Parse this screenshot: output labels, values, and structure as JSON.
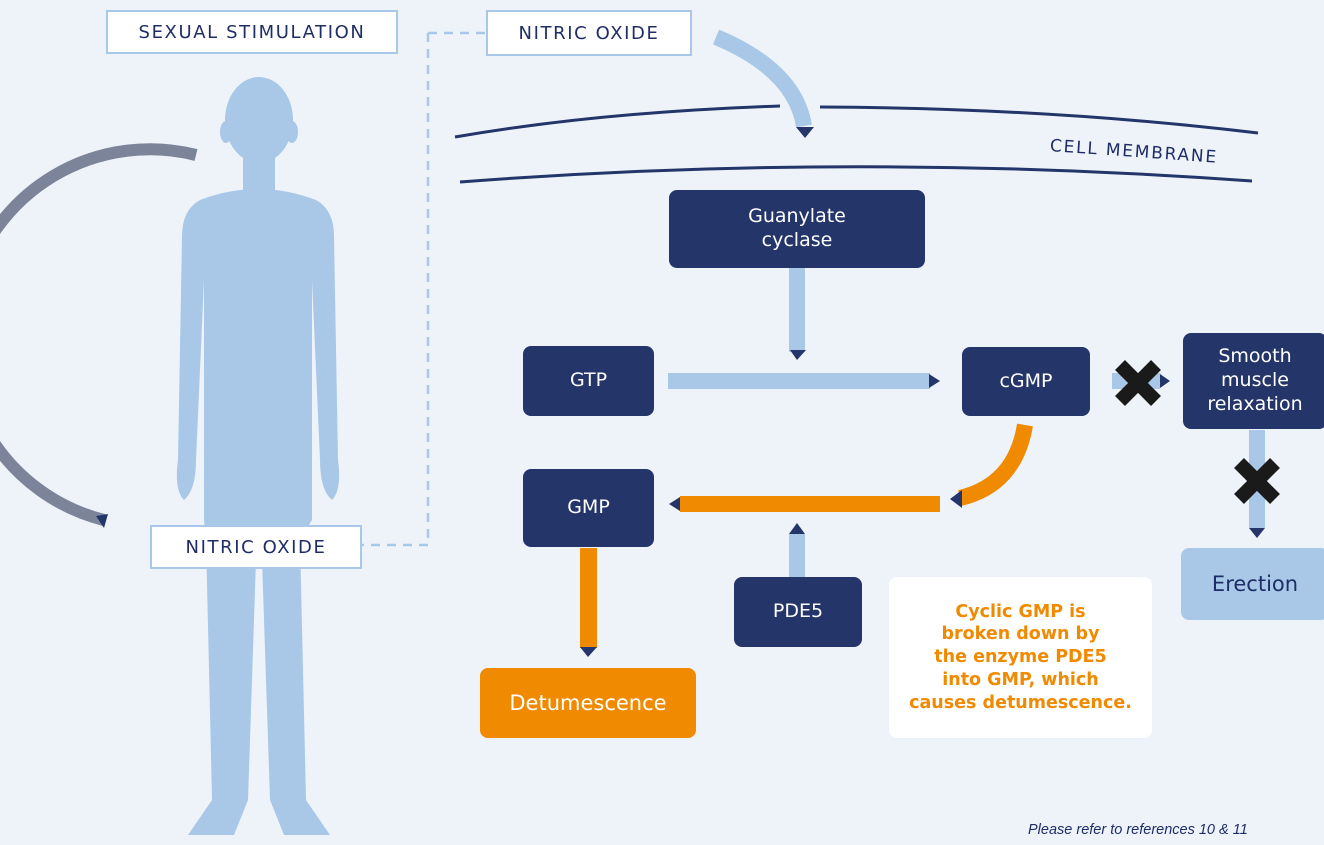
{
  "labels": {
    "sexual_stimulation": "SEXUAL STIMULATION",
    "nitric_oxide_top": "NITRIC OXIDE",
    "nitric_oxide_body": "NITRIC OXIDE",
    "cell_membrane": "CELL MEMBRANE"
  },
  "nodes": {
    "guanylate_cyclase": "Guanylate\ncyclase",
    "gtp": "GTP",
    "cgmp": "cGMP",
    "smooth_muscle": "Smooth\nmuscle\nrelaxation",
    "gmp": "GMP",
    "pde5": "PDE5",
    "detumescence": "Detumescence",
    "erection": "Erection"
  },
  "note": "Cyclic GMP is\nbroken down by\nthe enzyme PDE5\ninto GMP, which\ncauses detumescence.",
  "footnote": "Please refer to references 10 & 11",
  "colors": {
    "background": "#eef3fa",
    "dark_navy": "#233569",
    "light_blue": "#a9c8e8",
    "orange": "#f08a00",
    "grey_arc": "#7b8499",
    "block_x": "#1a1a1a"
  }
}
